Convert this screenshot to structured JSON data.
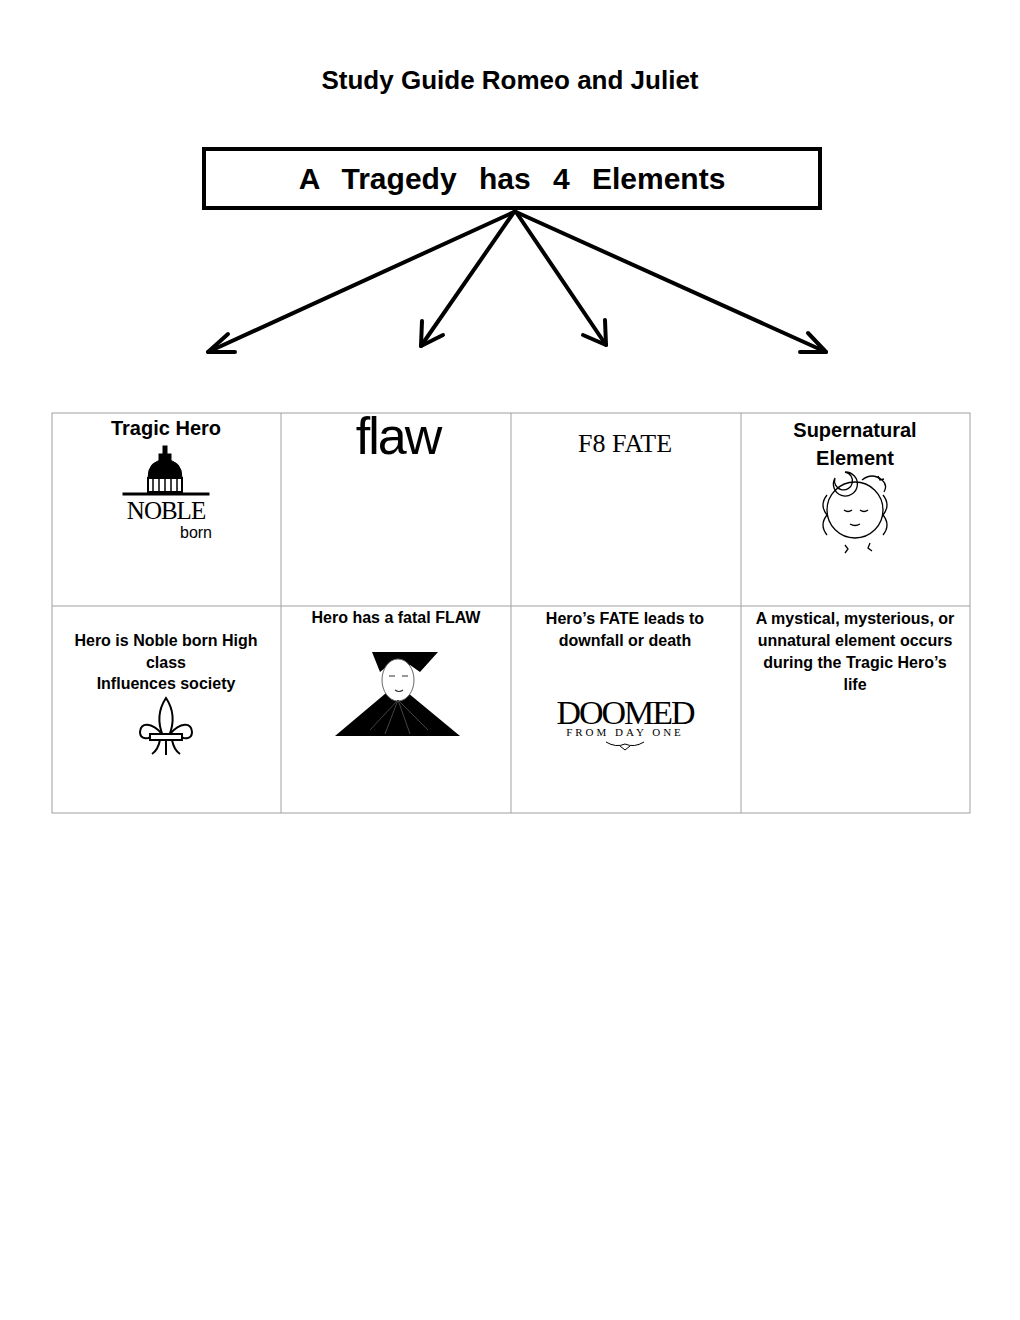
{
  "diagram": {
    "title": "Study Guide Romeo and Juliet",
    "nodes": [
      {
        "text": [
          "A Tragedy has 4 Elements"
        ]
      }
    ],
    "labels": [
      "Tragic Hero",
      "NOBLE",
      "born",
      "flaw",
      "F8 FATE",
      "Supernatural Element",
      "Hero is Noble born High class",
      "Influences society",
      "Hero has a fatal FLAW",
      "Hero’s FATE leads to downfall or death",
      "DOOMED",
      "FROM DAY ONE",
      "A mystical, mysterious, or unnatural element occurs during the Tragic Hero’s life"
    ]
  }
}
